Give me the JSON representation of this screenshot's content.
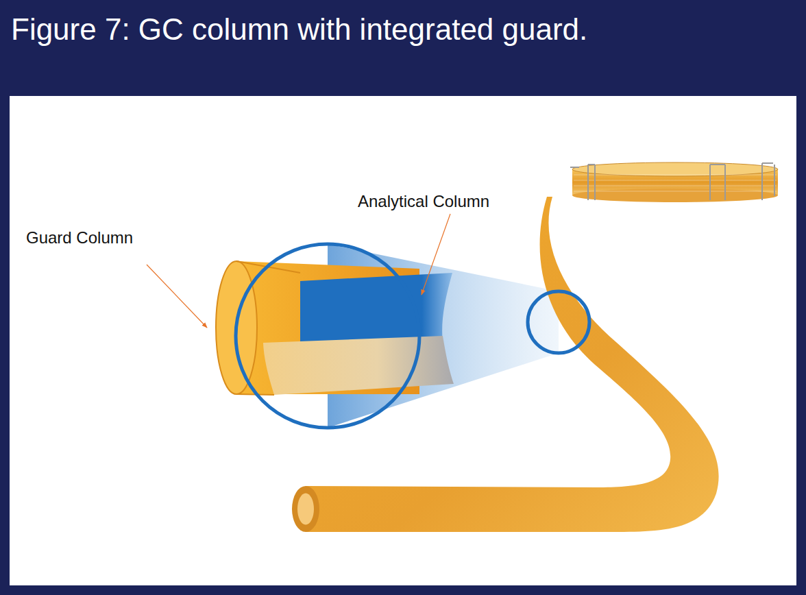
{
  "diagram": {
    "title": "Figure 7: GC column with integrated guard.",
    "labels": [
      "Analytical Column",
      "Guard Column"
    ]
  }
}
